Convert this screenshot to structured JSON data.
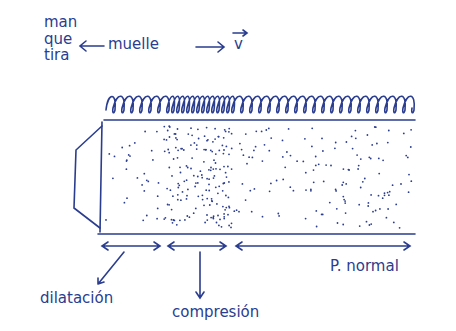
{
  "diagram": {
    "labels": [
      "man que tira",
      "muelle",
      "v",
      "dilatación",
      "compresión",
      "P. normal"
    ]
  }
}
